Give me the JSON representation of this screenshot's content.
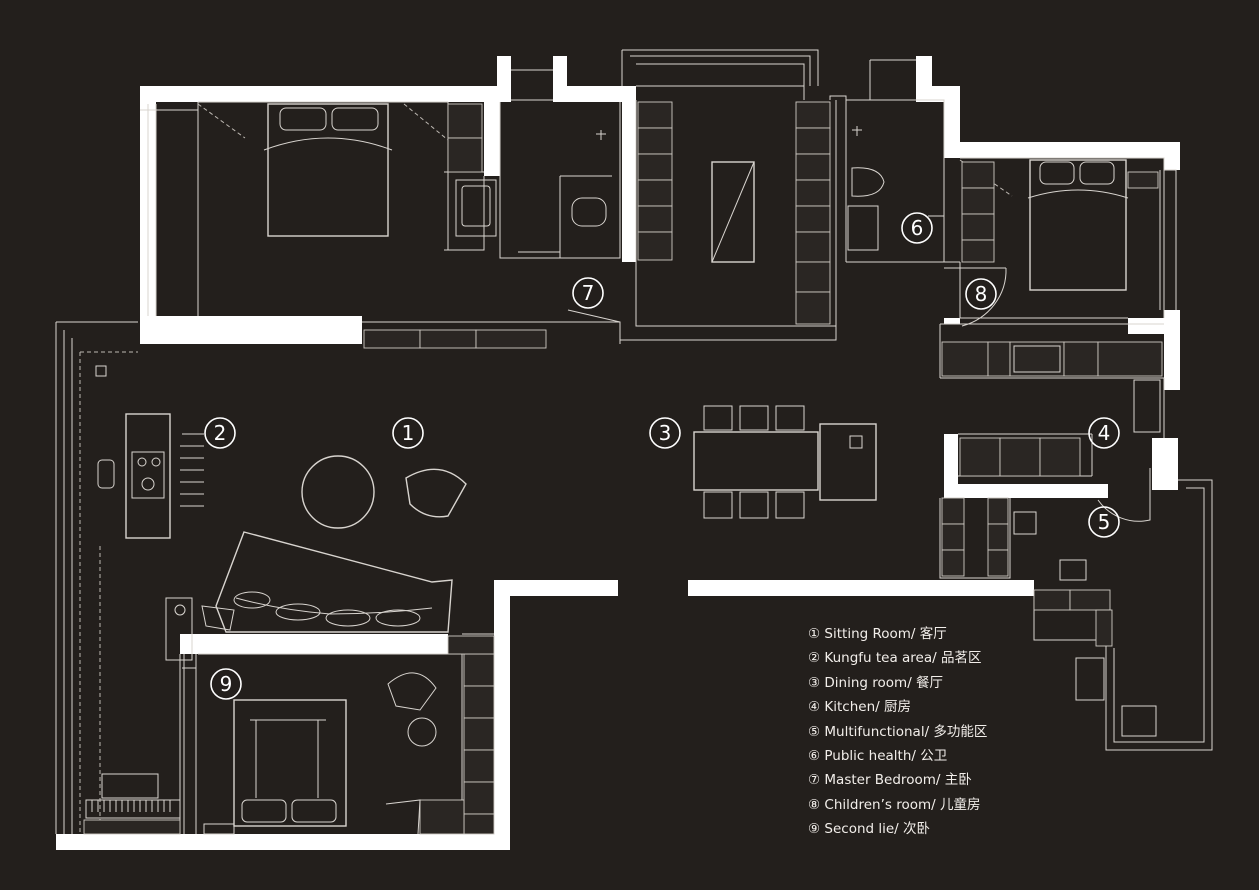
{
  "room_markers": [
    "1",
    "2",
    "3",
    "4",
    "5",
    "6",
    "7",
    "8",
    "9"
  ],
  "legend": [
    {
      "num": "①",
      "text": "Sitting Room/ 客厅"
    },
    {
      "num": "②",
      "text": "Kungfu tea area/ 品茗区"
    },
    {
      "num": "③",
      "text": "Dining room/ 餐厅"
    },
    {
      "num": "④",
      "text": "Kitchen/ 厨房"
    },
    {
      "num": "⑤",
      "text": "Multifunctional/ 多功能区"
    },
    {
      "num": "⑥",
      "text": "Public health/ 公卫"
    },
    {
      "num": "⑦",
      "text": "Master Bedroom/ 主卧"
    },
    {
      "num": "⑧",
      "text": "Children’s room/ 儿童房"
    },
    {
      "num": "⑨",
      "text": "Second lie/ 次卧"
    }
  ],
  "colors": {
    "background": "#231f1c",
    "wall": "#ffffff",
    "line": "#d8d4cf"
  }
}
